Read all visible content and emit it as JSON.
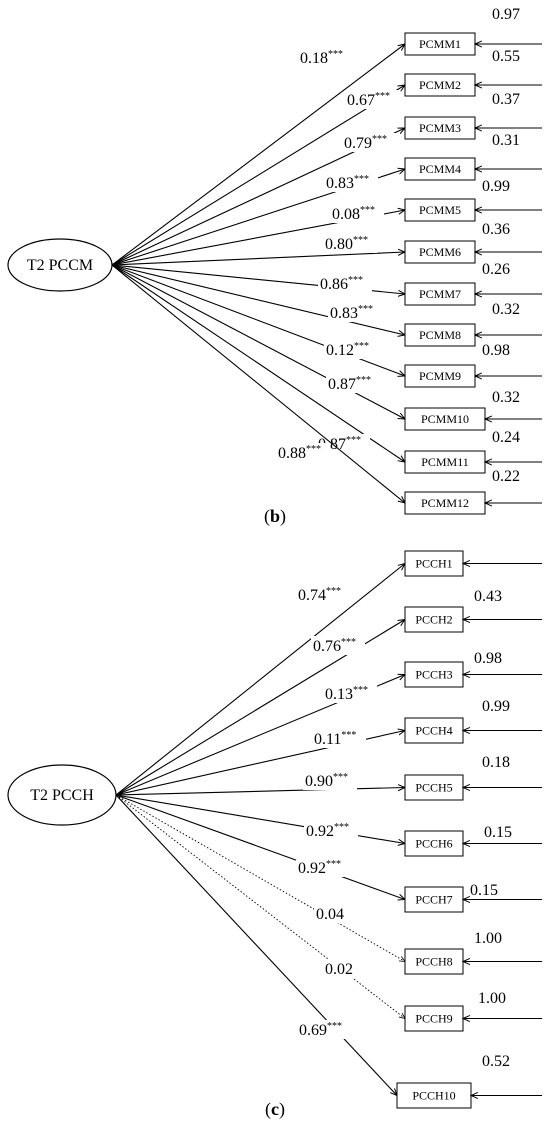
{
  "panels": [
    {
      "id": "b",
      "panel_label": "(b)",
      "latent": "T2 PCCM",
      "indicators": [
        {
          "name": "PCMM1",
          "loading": "0.18",
          "stars": "***",
          "error": "0.97",
          "significant": true
        },
        {
          "name": "PCMM2",
          "loading": "0.67",
          "stars": "***",
          "error": "0.55",
          "significant": true
        },
        {
          "name": "PCMM3",
          "loading": "0.79",
          "stars": "***",
          "error": "0.37",
          "significant": true
        },
        {
          "name": "PCMM4",
          "loading": "0.83",
          "stars": "***",
          "error": "0.31",
          "significant": true
        },
        {
          "name": "PCMM5",
          "loading": "0.08",
          "stars": "***",
          "error": "0.99",
          "significant": true
        },
        {
          "name": "PCMM6",
          "loading": "0.80",
          "stars": "***",
          "error": "0.36",
          "significant": true
        },
        {
          "name": "PCMM7",
          "loading": "0.86",
          "stars": "***",
          "error": "0.26",
          "significant": true
        },
        {
          "name": "PCMM8",
          "loading": "0.83",
          "stars": "***",
          "error": "0.32",
          "significant": true
        },
        {
          "name": "PCMM9",
          "loading": "0.12",
          "stars": "***",
          "error": "0.98",
          "significant": true
        },
        {
          "name": "PCMM10",
          "loading": "0.87",
          "stars": "***",
          "error": "0.32",
          "significant": true
        },
        {
          "name": "PCMM11",
          "loading": "0.87",
          "stars": "***",
          "error": "0.24",
          "significant": true
        },
        {
          "name": "PCMM12",
          "loading": "0.88",
          "stars": "***",
          "error": "0.22",
          "significant": true
        }
      ]
    },
    {
      "id": "c",
      "panel_label": "(c)",
      "latent": "T2 PCCH",
      "indicators": [
        {
          "name": "PCCH1",
          "loading": "0.74",
          "stars": "***",
          "error": "",
          "significant": true
        },
        {
          "name": "PCCH2",
          "loading": "0.76",
          "stars": "***",
          "error": "0.43",
          "significant": true
        },
        {
          "name": "PCCH3",
          "loading": "0.13",
          "stars": "***",
          "error": "0.98",
          "significant": true
        },
        {
          "name": "PCCH4",
          "loading": "0.11",
          "stars": "***",
          "error": "0.99",
          "significant": true
        },
        {
          "name": "PCCH5",
          "loading": "0.90",
          "stars": "***",
          "error": "0.18",
          "significant": true
        },
        {
          "name": "PCCH6",
          "loading": "0.92",
          "stars": "***",
          "error": "0.15",
          "significant": true
        },
        {
          "name": "PCCH7",
          "loading": "0.92",
          "stars": "***",
          "error": "0.15",
          "significant": true
        },
        {
          "name": "PCCH8",
          "loading": "0.04",
          "stars": "",
          "error": "1.00",
          "significant": false
        },
        {
          "name": "PCCH9",
          "loading": "0.02",
          "stars": "",
          "error": "1.00",
          "significant": false
        },
        {
          "name": "PCCH10",
          "loading": "0.69",
          "stars": "***",
          "error": "0.52",
          "significant": true
        }
      ]
    }
  ]
}
